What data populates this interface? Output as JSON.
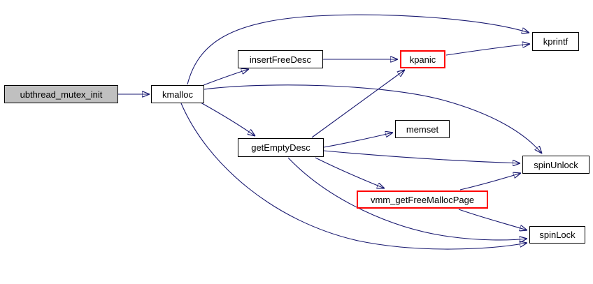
{
  "diagram": {
    "type": "call-graph",
    "description": "Function call graph: ubthread_mutex_init calls kmalloc, which calls allocator helpers",
    "colors": {
      "edge": "#191970",
      "node_border": "#000000",
      "highlighted_node_border": "#ff0000",
      "root_node_fill": "#c0c0c0",
      "node_fill": "#ffffff",
      "text": "#000000",
      "background": "#ffffff"
    },
    "nodes": [
      {
        "id": "ubthread_mutex_init",
        "label": "ubthread_mutex_init",
        "style": "root"
      },
      {
        "id": "kmalloc",
        "label": "kmalloc",
        "style": "normal"
      },
      {
        "id": "insertFreeDesc",
        "label": "insertFreeDesc",
        "style": "normal"
      },
      {
        "id": "kpanic",
        "label": "kpanic",
        "style": "highlighted"
      },
      {
        "id": "kprintf",
        "label": "kprintf",
        "style": "normal"
      },
      {
        "id": "memset",
        "label": "memset",
        "style": "normal"
      },
      {
        "id": "getEmptyDesc",
        "label": "getEmptyDesc",
        "style": "normal"
      },
      {
        "id": "spinUnlock",
        "label": "spinUnlock",
        "style": "normal"
      },
      {
        "id": "vmm_getFreeMallocPage",
        "label": "vmm_getFreeMallocPage",
        "style": "highlighted"
      },
      {
        "id": "spinLock",
        "label": "spinLock",
        "style": "normal"
      }
    ],
    "edges": [
      {
        "from": "ubthread_mutex_init",
        "to": "kmalloc"
      },
      {
        "from": "kmalloc",
        "to": "insertFreeDesc"
      },
      {
        "from": "kmalloc",
        "to": "kprintf"
      },
      {
        "from": "kmalloc",
        "to": "getEmptyDesc"
      },
      {
        "from": "kmalloc",
        "to": "spinUnlock"
      },
      {
        "from": "kmalloc",
        "to": "spinLock"
      },
      {
        "from": "insertFreeDesc",
        "to": "kpanic"
      },
      {
        "from": "kpanic",
        "to": "kprintf"
      },
      {
        "from": "getEmptyDesc",
        "to": "kpanic"
      },
      {
        "from": "getEmptyDesc",
        "to": "memset"
      },
      {
        "from": "getEmptyDesc",
        "to": "spinUnlock"
      },
      {
        "from": "getEmptyDesc",
        "to": "vmm_getFreeMallocPage"
      },
      {
        "from": "getEmptyDesc",
        "to": "spinLock"
      },
      {
        "from": "vmm_getFreeMallocPage",
        "to": "spinUnlock"
      },
      {
        "from": "vmm_getFreeMallocPage",
        "to": "spinLock"
      }
    ]
  }
}
